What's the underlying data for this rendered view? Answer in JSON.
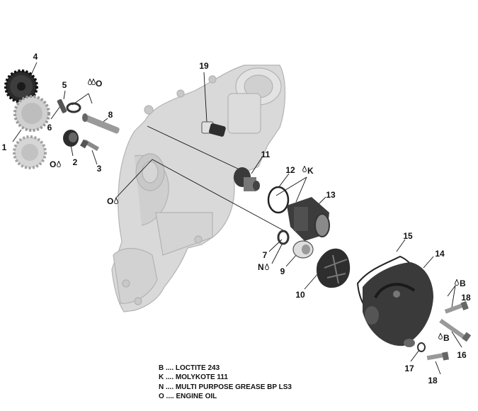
{
  "callouts": [
    {
      "id": "1",
      "label": "1"
    },
    {
      "id": "2",
      "label": "2"
    },
    {
      "id": "3",
      "label": "3"
    },
    {
      "id": "4",
      "label": "4"
    },
    {
      "id": "5",
      "label": "5"
    },
    {
      "id": "6",
      "label": "6"
    },
    {
      "id": "7",
      "label": "7"
    },
    {
      "id": "8",
      "label": "8"
    },
    {
      "id": "9",
      "label": "9"
    },
    {
      "id": "10",
      "label": "10"
    },
    {
      "id": "11",
      "label": "11"
    },
    {
      "id": "12",
      "label": "12"
    },
    {
      "id": "13",
      "label": "13"
    },
    {
      "id": "14",
      "label": "14"
    },
    {
      "id": "15",
      "label": "15"
    },
    {
      "id": "16",
      "label": "16"
    },
    {
      "id": "17",
      "label": "17"
    },
    {
      "id": "18a",
      "label": "18"
    },
    {
      "id": "18b",
      "label": "18"
    },
    {
      "id": "19",
      "label": "19"
    }
  ],
  "symbols": {
    "oil": "O",
    "loctite": "B",
    "molykote": "K",
    "grease": "N"
  },
  "legend": [
    {
      "code": "B",
      "text": "B .... LOCTITE 243"
    },
    {
      "code": "K",
      "text": "K .... MOLYKOTE 111"
    },
    {
      "code": "N",
      "text": "N .... MULTI PURPOSE GREASE BP LS3"
    },
    {
      "code": "O",
      "text": "O .... ENGINE OIL"
    }
  ],
  "colors": {
    "ghost_fill": "#d9d9d9",
    "ghost_stroke": "#b3b3b3",
    "part_fill": "#3a3a3a",
    "part_dark": "#1e1e1e",
    "part_light": "#6b6b6b",
    "leader": "#111111"
  }
}
